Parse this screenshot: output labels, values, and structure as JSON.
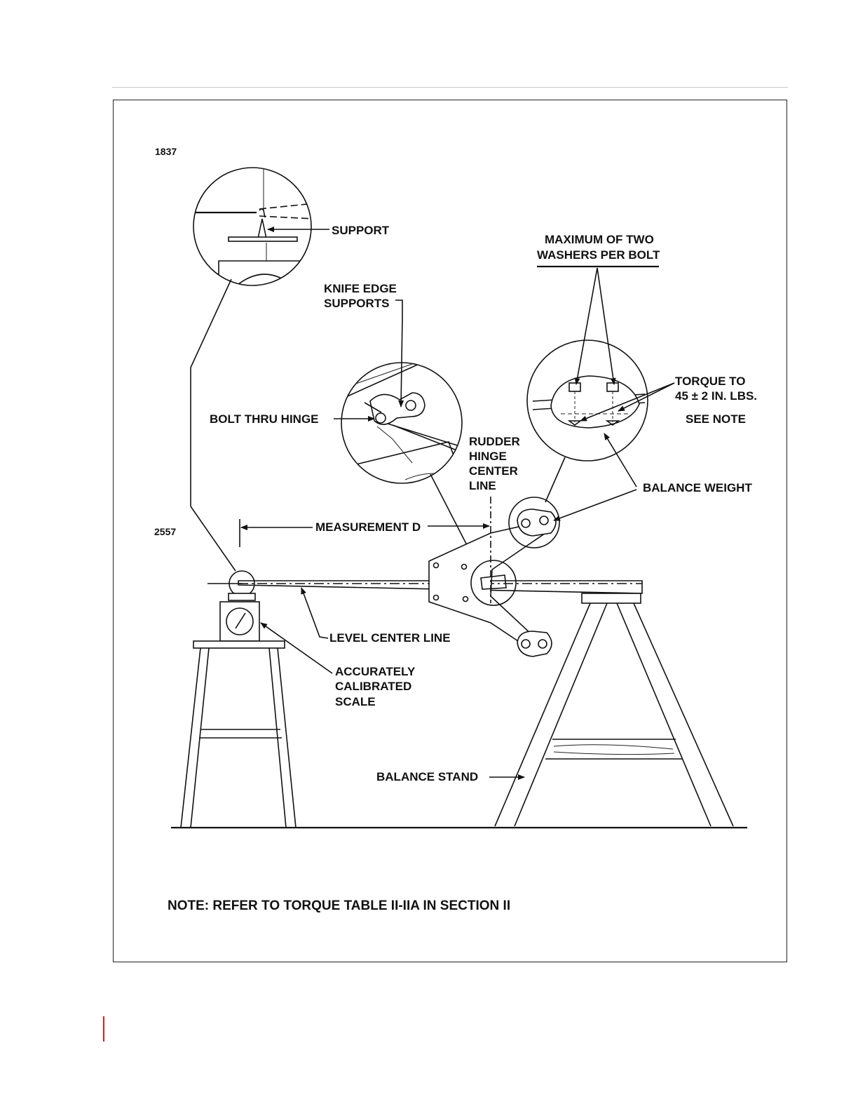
{
  "figure": {
    "ref_numbers": {
      "top": "1837",
      "middle": "2557"
    },
    "labels": {
      "support": "SUPPORT",
      "knife_edge_line1": "KNIFE EDGE",
      "knife_edge_line2": "SUPPORTS",
      "bolt_thru_hinge": "BOLT THRU HINGE",
      "max_washers_line1": "MAXIMUM OF TWO",
      "max_washers_line2": "WASHERS PER BOLT",
      "torque_line1": "TORQUE TO",
      "torque_line2": "45 ± 2 IN. LBS.",
      "see_note": "SEE NOTE",
      "rudder_line1": "RUDDER",
      "rudder_line2": "HINGE",
      "rudder_line3": "CENTER",
      "rudder_line4": "LINE",
      "balance_weight": "BALANCE WEIGHT",
      "measurement_d": "MEASUREMENT D",
      "level_center_line": "LEVEL CENTER LINE",
      "scale_line1": "ACCURATELY",
      "scale_line2": "CALIBRATED",
      "scale_line3": "SCALE",
      "balance_stand": "BALANCE STAND"
    },
    "note": "NOTE: REFER TO TORQUE TABLE II-IIA IN SECTION II"
  }
}
